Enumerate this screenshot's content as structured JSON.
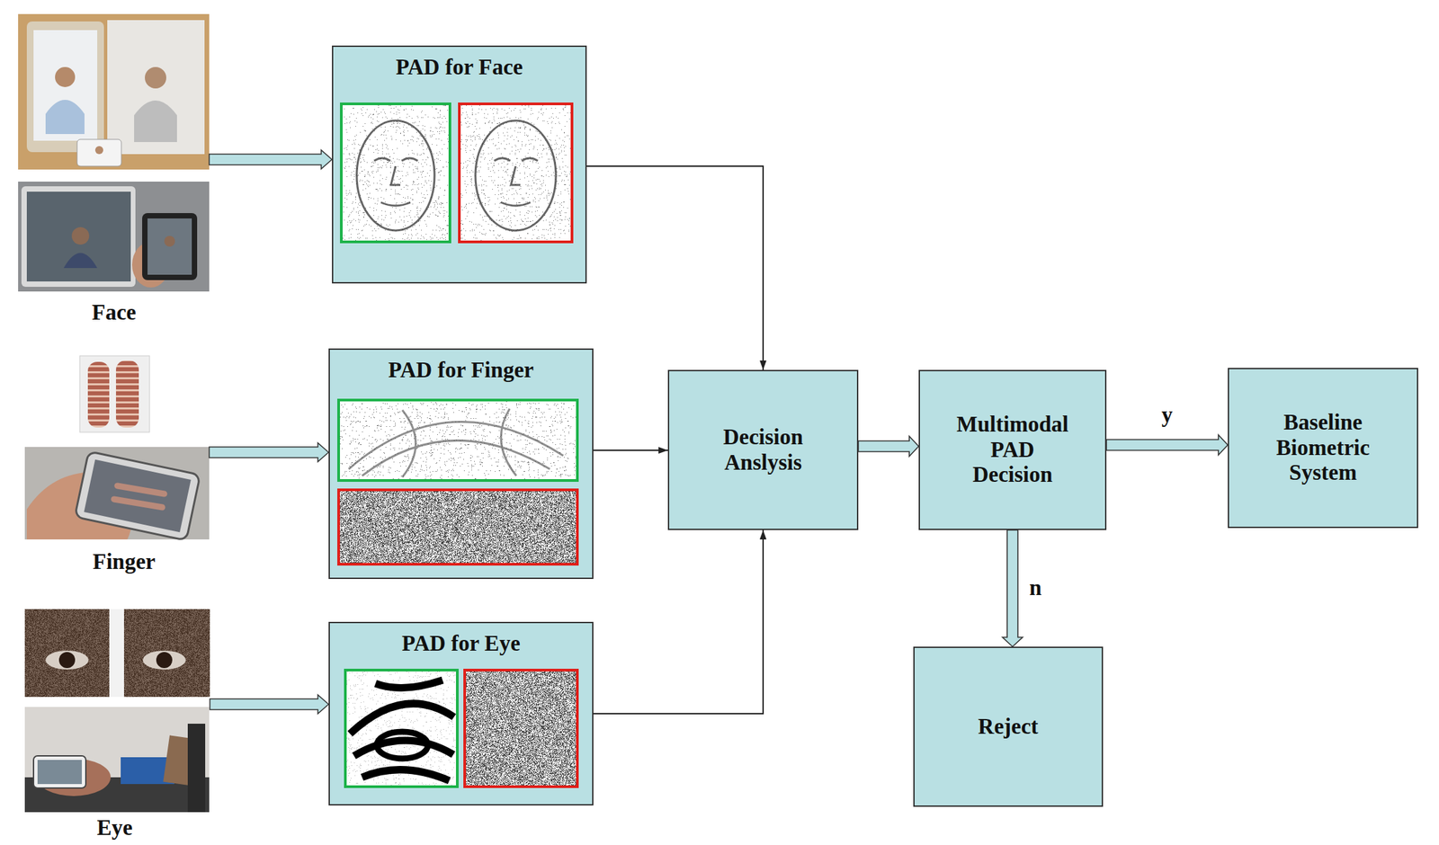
{
  "diagram": {
    "nodes": [
      {
        "text": [
          "PAD for Face"
        ]
      },
      {
        "text": [
          "PAD for Finger"
        ]
      },
      {
        "text": [
          "PAD for Eye"
        ]
      },
      {
        "text": [
          "Decision Anslysis"
        ]
      },
      {
        "text": [
          "Multimodal PAD Decision"
        ]
      },
      {
        "text": [
          "Baseline Biometric System"
        ]
      },
      {
        "text": [
          "Reject"
        ]
      }
    ],
    "edges": [
      {
        "from": 0,
        "to": 3,
        "arrow": "to"
      },
      {
        "from": 1,
        "to": 3,
        "arrow": "to"
      },
      {
        "from": 2,
        "to": 3,
        "arrow": "to"
      },
      {
        "from": 3,
        "to": 4,
        "arrow": "to"
      },
      {
        "from": 4,
        "to": 5,
        "label": "y",
        "arrow": "to"
      },
      {
        "from": 4,
        "to": 6,
        "label": "n",
        "arrow": "to"
      }
    ],
    "labels": [
      "Face",
      "Finger",
      "Eye"
    ]
  }
}
